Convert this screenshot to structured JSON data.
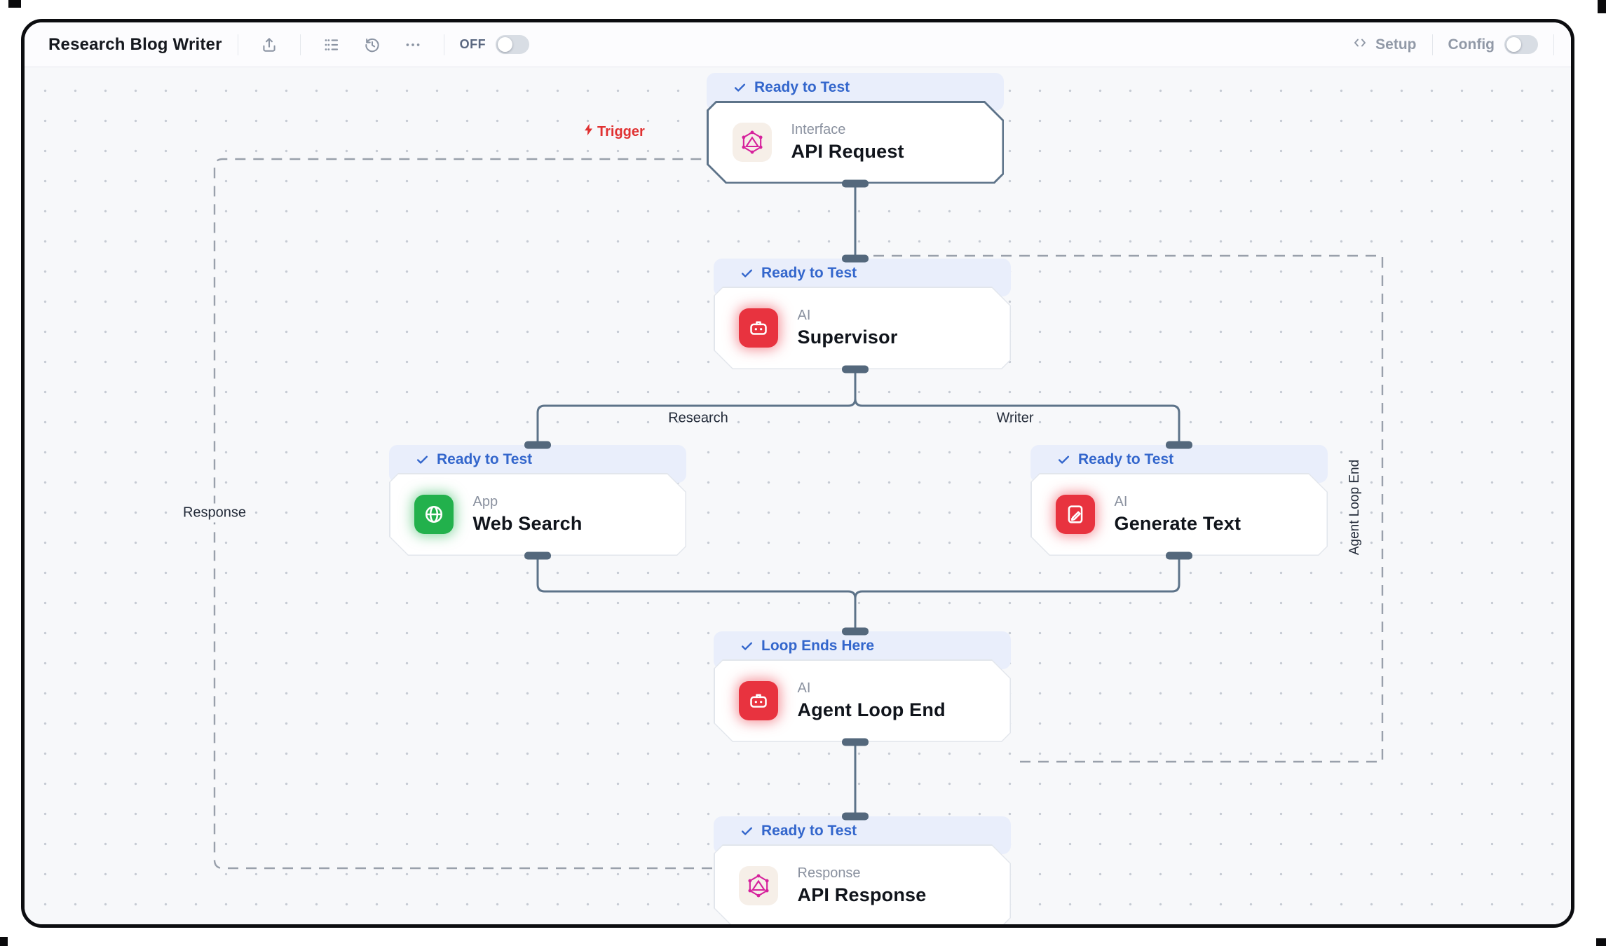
{
  "header": {
    "title": "Research Blog Writer",
    "off_label": "OFF",
    "setup_label": "Setup",
    "config_label": "Config",
    "icons": {
      "share": "upload-tray-icon",
      "list": "list-icon",
      "history": "history-icon",
      "more": "ellipsis-icon",
      "code": "code-brackets-icon"
    }
  },
  "canvas": {
    "nodes": [
      {
        "id": "api-request",
        "status": "Ready to Test",
        "type_label": "Interface",
        "title": "API Request",
        "icon": "interface-graphql-icon"
      },
      {
        "id": "supervisor",
        "status": "Ready to Test",
        "type_label": "AI",
        "title": "Supervisor",
        "icon": "robot-icon"
      },
      {
        "id": "web-search",
        "status": "Ready to Test",
        "type_label": "App",
        "title": "Web Search",
        "icon": "globe-icon"
      },
      {
        "id": "generate-text",
        "status": "Ready to Test",
        "type_label": "AI",
        "title": "Generate Text",
        "icon": "document-pen-icon"
      },
      {
        "id": "agent-loop-end",
        "status": "Loop Ends Here",
        "type_label": "AI",
        "title": "Agent Loop End",
        "icon": "robot-icon"
      },
      {
        "id": "api-response",
        "status": "Ready to Test",
        "type_label": "Response",
        "title": "API Response",
        "icon": "interface-graphql-icon"
      }
    ],
    "edge_labels": {
      "trigger": "Trigger",
      "research": "Research",
      "writer": "Writer",
      "response": "Response",
      "agent_loop_end": "Agent Loop End"
    },
    "colors": {
      "badge_bg": "#e9eefb",
      "badge_text": "#3366cc",
      "edge": "#5d7389",
      "handle": "#54687c",
      "dashed": "#99a0ab",
      "trigger_red": "#e03131",
      "ai_red": "#e8333f",
      "app_green": "#22b14c",
      "interface_pink": "#d6219c",
      "canvas_bg": "#f7f8fa"
    }
  }
}
